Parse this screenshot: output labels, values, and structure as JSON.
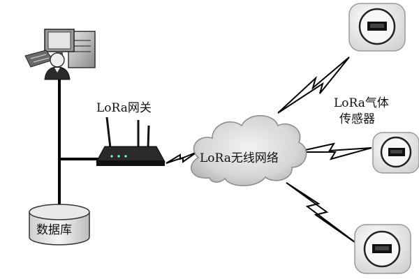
{
  "labels": {
    "gateway": "LoRa网关",
    "network": "LoRa无线网络",
    "database": "数据库",
    "sensor_line_1": "LoRa气体",
    "sensor_line_2": "传感器"
  },
  "icons": {
    "computer": "computer-workstation-icon",
    "user": "person-icon",
    "router": "wireless-router-icon",
    "cloud": "cloud-network-icon",
    "database": "database-cylinder-icon",
    "sensor": "gas-sensor-icon",
    "link": "wireless-lightning-link-icon"
  },
  "colors": {
    "line": "#000000",
    "cloud_fill": "#d9d9d9",
    "sensor_bg": "#e6e6e6",
    "router_body": "#2a2a2a"
  }
}
